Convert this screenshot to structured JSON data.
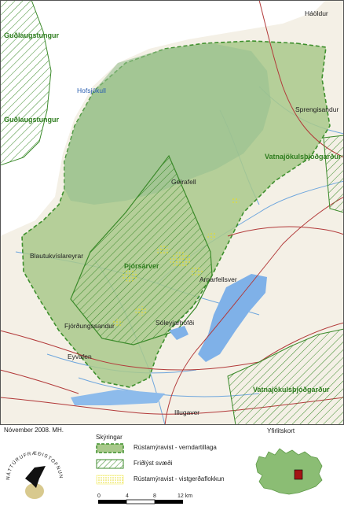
{
  "labels": {
    "haoldur": "Háöldur",
    "gudlaugstungur_1": "Guðlaugstungur",
    "gudlaugstungur_2": "Guðlaugstungur",
    "hofsjokull": "Hofsjökull",
    "sprengisandur": "Sprengisandur",
    "vatnajokull_1": "Vatnajökulsþjóðgarður",
    "geirafell": "Geirafell",
    "blautukvislareyrar": "Blautukvíslareyrar",
    "thjorsarver": "Þjórsárver",
    "arnarfellsver": "Arnarfellsver",
    "fjordungssandur": "Fjórðungssandur",
    "soleyjarhofdi": "Sóleyjarhöfði",
    "eyvafen": "Eyvafen",
    "vatnajokull_2": "Vatnajökulsþjóðgarður",
    "illugaver": "Illugaver"
  },
  "footer": {
    "date": "Nóvember 2008. MH.",
    "legend_title": "Skýringar",
    "overview_title": "Yfirlitskort"
  },
  "legend": [
    {
      "label": "Rústamýravist - verndartillaga"
    },
    {
      "label": "Friðlýst svæði"
    },
    {
      "label": "Rústamýravist - vistgerðaflokkun"
    }
  ],
  "scale": {
    "ticks": [
      "0",
      "4",
      "8",
      "12 km"
    ]
  },
  "logo": {
    "text": "NÁTTÚRUFRÆÐISTOFNUN ÍSLANDS"
  },
  "colors": {
    "proposal_fill": "#a9c98b",
    "proposal_border": "#3d8f2c",
    "protected_hatch": "#3b8a2a",
    "site_dots": "#f2e94a",
    "glacier": "#ffffff",
    "lake": "#7fb1e8",
    "road": "#b23a3a",
    "overview_site": "#a31515"
  }
}
